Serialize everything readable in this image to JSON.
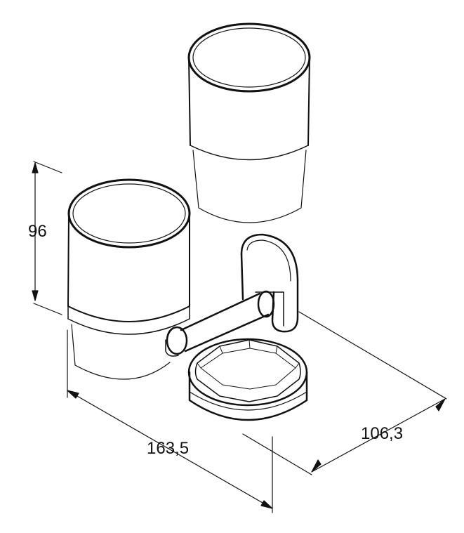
{
  "dimensions": {
    "height": "96",
    "width": "163,5",
    "depth": "106,3"
  },
  "colors": {
    "line": "#111111",
    "background": "#ffffff"
  }
}
